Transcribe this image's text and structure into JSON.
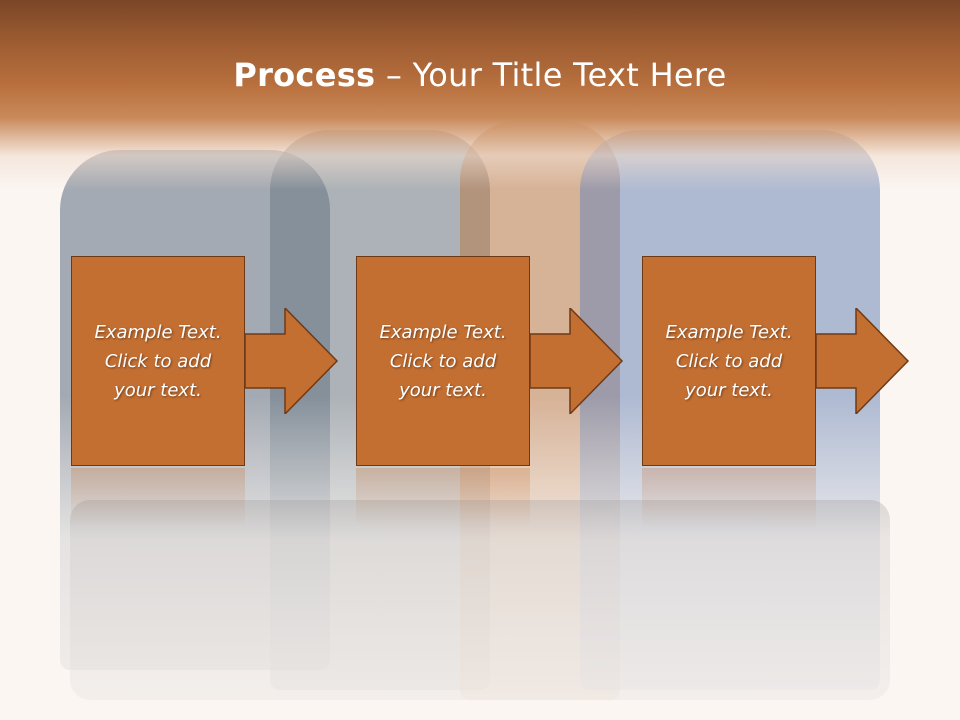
{
  "slide": {
    "title_bold": "Process",
    "title_rest": " – Your Title Text Here"
  },
  "steps": [
    {
      "text": "Example Text.\nClick  to add\nyour text."
    },
    {
      "text": "Example Text.\nClick  to add\nyour text."
    },
    {
      "text": "Example Text.\nClick  to add\nyour text."
    }
  ],
  "colors": {
    "band": "#b8703e",
    "box": "#c46f32",
    "box_border": "#6e3a16",
    "title_text": "#ffffff"
  }
}
